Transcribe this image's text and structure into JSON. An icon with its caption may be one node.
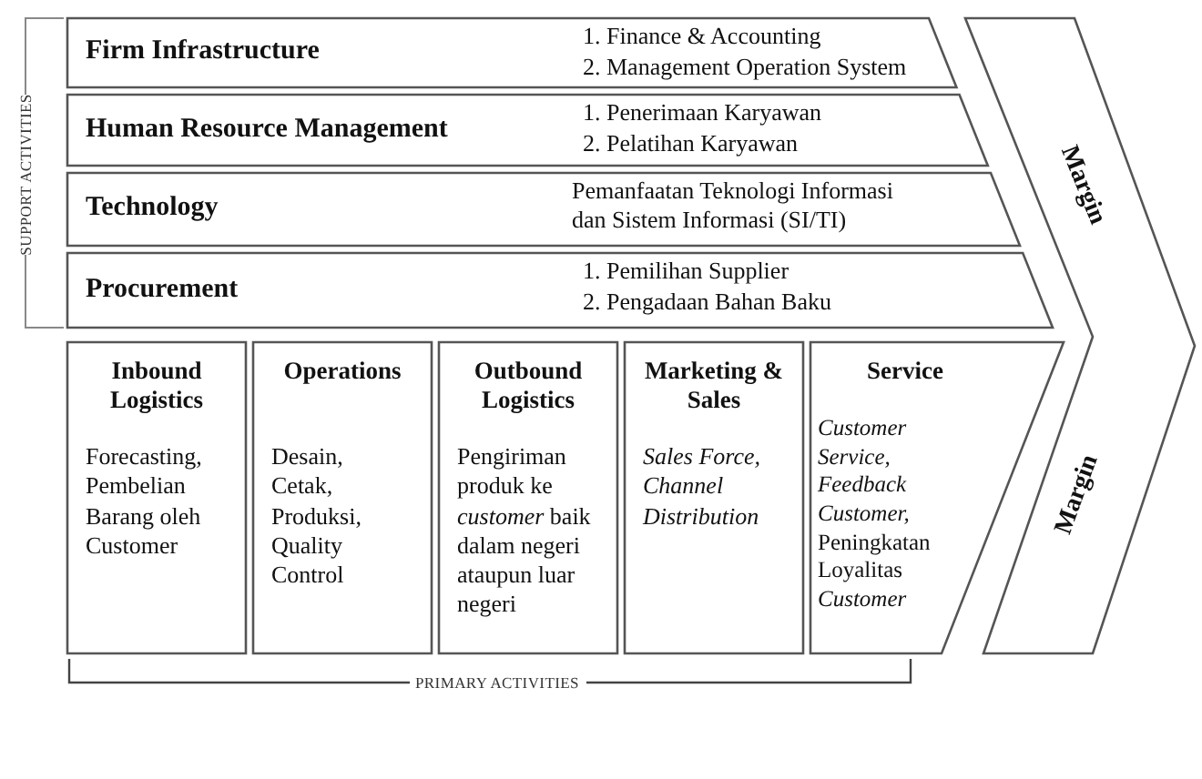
{
  "diagram": {
    "nodes": [
      {
        "text": [
          "Firm Infrastructure",
          "1. Finance & Accounting",
          "2. Management Operation System"
        ]
      },
      {
        "text": [
          "Human Resource Management",
          "1. Penerimaan Karyawan",
          "2. Pelatihan Karyawan"
        ]
      },
      {
        "text": [
          "Technology",
          "Pemanfaatan Teknologi Informasi dan Sistem Informasi (SI/TI)"
        ]
      },
      {
        "text": [
          "Procurement",
          "1. Pemilihan Supplier",
          "2. Pengadaan Bahan Baku"
        ]
      },
      {
        "text": [
          "Inbound Logistics",
          "Forecasting, Pembelian Barang oleh Customer"
        ]
      },
      {
        "text": [
          "Operations",
          "Desain, Cetak, Produksi, Quality Control"
        ]
      },
      {
        "text": [
          "Outbound Logistics",
          "Pengiriman produk ke *customer* baik dalam negeri ataupun luar negeri"
        ]
      },
      {
        "text": [
          "Marketing & Sales",
          "Sales Force, Channel Distribution"
        ]
      },
      {
        "text": [
          "Service",
          "*Customer Service, Feedback Customer,* Peningkatan Loyalitas *Customer*"
        ]
      },
      {
        "text": [
          "Margin",
          "Margin"
        ]
      }
    ],
    "labels": [
      "SUPPORT ACTIVITIES",
      "PRIMARY ACTIVITIES"
    ]
  }
}
